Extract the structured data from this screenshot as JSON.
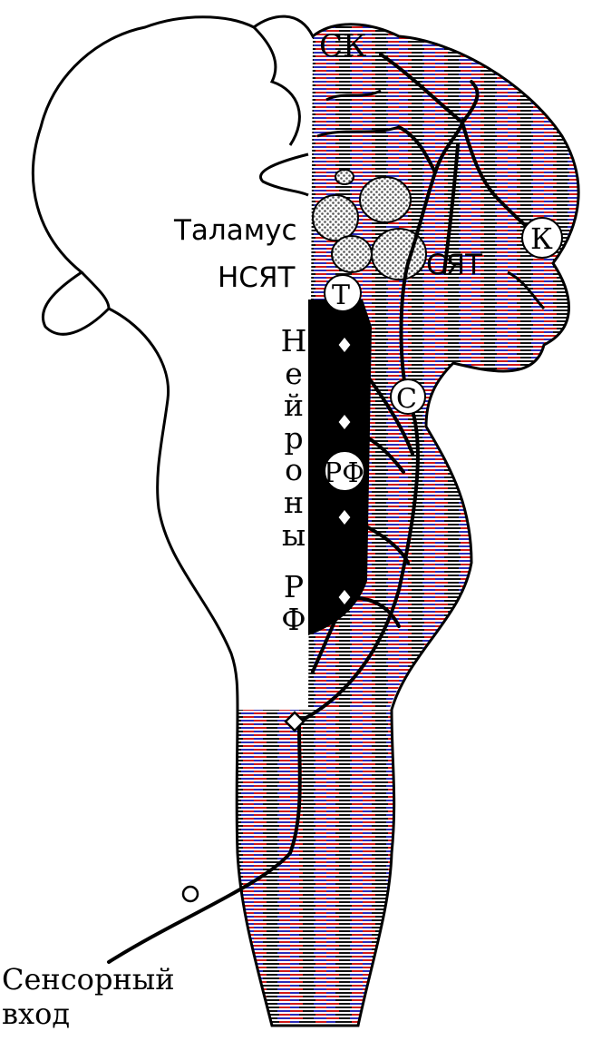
{
  "labels": {
    "sk": "СК",
    "k": "К",
    "thalamus": "Таламус",
    "nsyat": "НСЯТ",
    "syat": "СЯТ",
    "t": "Т",
    "s": "С",
    "rf_node": "РФ",
    "neurons_rf_letters": [
      "Н",
      "е",
      "й",
      "р",
      "о",
      "н",
      "ы"
    ],
    "neurons_rf_tail": [
      "Р",
      "Ф"
    ],
    "sensory_input_line1": "Сенсорный",
    "sensory_input_line2": "вход"
  },
  "colors": {
    "outline": "#000000",
    "stripe_red": "#d01818",
    "stripe_blue": "#2a2ab8",
    "stripe_black": "#111111",
    "background": "#ffffff",
    "stipple": "#555555"
  }
}
